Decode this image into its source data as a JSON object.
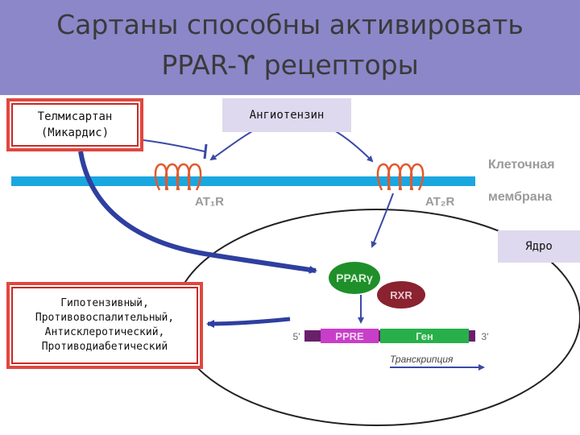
{
  "title": {
    "line1": "Сартаны способны активировать",
    "line2": "PPAR-ϒ рецепторы"
  },
  "boxes": {
    "telmisartan_line1": "Телмисартан",
    "telmisartan_line2": "(Микардис)",
    "angiotensin": "Ангиотензин",
    "nucleus": "Ядро",
    "effects": [
      "Гипотензивный,",
      "Противовоспалительный,",
      "Антисклеротический,",
      "Противодиабетический"
    ]
  },
  "membrane": {
    "label_line1": "Клеточная",
    "label_line2": "мембрана",
    "receptor1": "AT₁R",
    "receptor2": "AT₂R"
  },
  "nucleus_parts": {
    "ppar": "PPARγ",
    "rxr": "RXR",
    "ppre": "PPRE",
    "gene": "Ген",
    "five_prime": "5'",
    "three_prime": "3'",
    "transcription": "Транскрипция"
  },
  "colors": {
    "title_band": "#8b87c9",
    "membrane": "#1aa7e0",
    "ppar": "#1f8f2a",
    "rxr": "#8a2230",
    "ppre": "#c83ec8",
    "gene": "#27b04a",
    "arrow": "#2e3fa0"
  }
}
